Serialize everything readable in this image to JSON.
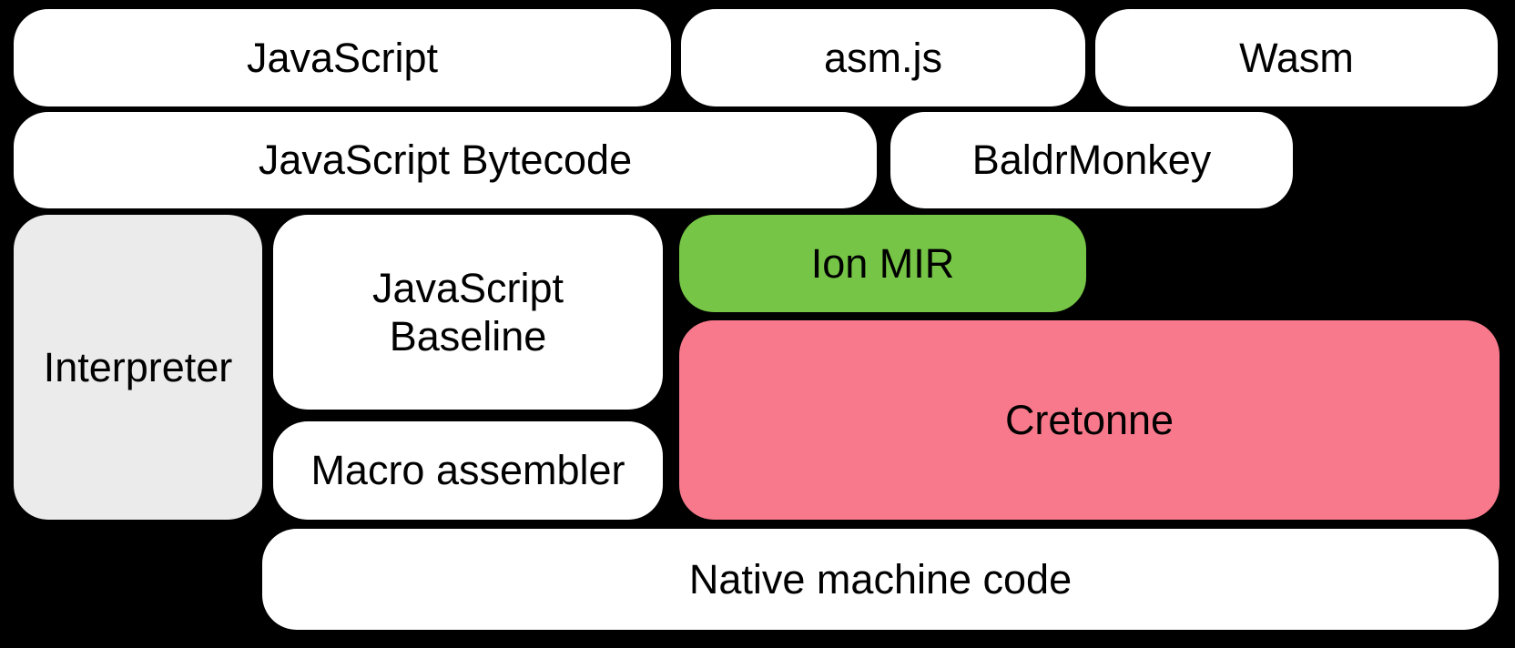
{
  "colors": {
    "background": "#000000",
    "box_default": "#ffffff",
    "interpreter_gray": "#ebebeb",
    "ion_mir_green": "#76c546",
    "cretonne_pink": "#f7798b",
    "text": "#000000"
  },
  "blocks": {
    "javascript": {
      "label": "JavaScript"
    },
    "asmjs": {
      "label": "asm.js"
    },
    "wasm": {
      "label": "Wasm"
    },
    "javascript_bytecode": {
      "label": "JavaScript Bytecode"
    },
    "baldrmonkey": {
      "label": "BaldrMonkey"
    },
    "interpreter": {
      "label": "Interpreter"
    },
    "javascript_baseline": {
      "label": "JavaScript Baseline"
    },
    "ion_mir": {
      "label": "Ion MIR"
    },
    "cretonne": {
      "label": "Cretonne"
    },
    "macro_assembler": {
      "label": "Macro assembler"
    },
    "native_machine_code": {
      "label": "Native machine code"
    }
  }
}
